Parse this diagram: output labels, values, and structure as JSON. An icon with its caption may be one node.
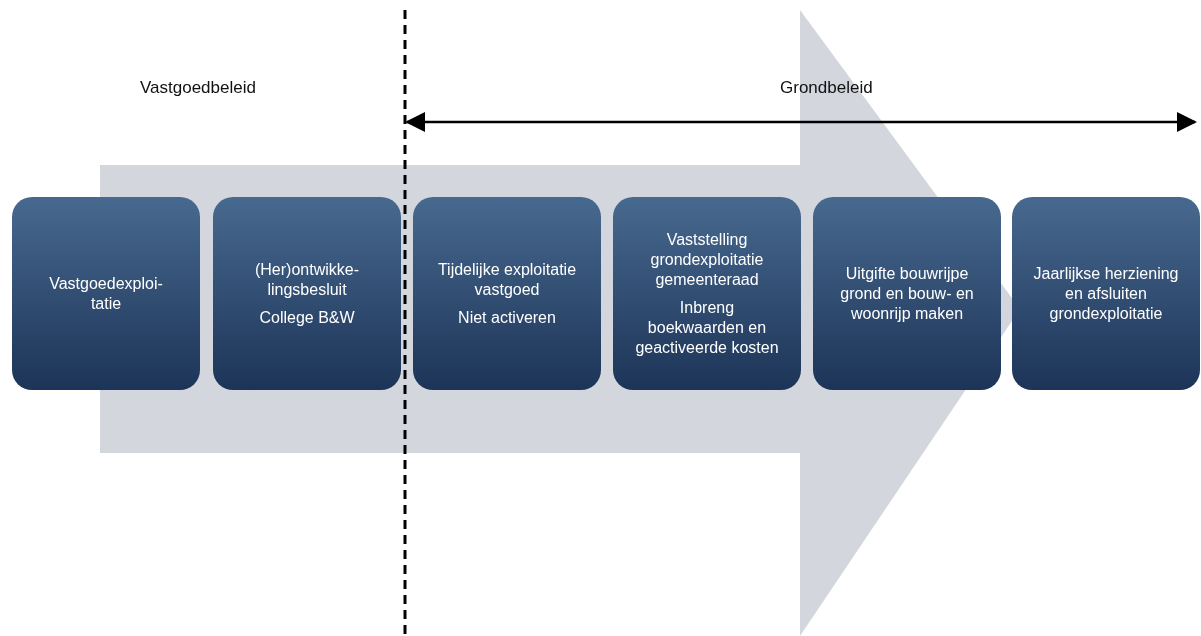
{
  "diagram": {
    "nodes": [
      {
        "text": [
          "Vastgoedexploi- tatie"
        ]
      },
      {
        "text": [
          "(Her)ontwikke- lingsbesluit",
          "College B&W"
        ]
      },
      {
        "text": [
          "Tijdelijke exploitatie vastgoed",
          "Niet activeren"
        ]
      },
      {
        "text": [
          "Vaststelling grondexploitatie gemeenteraad",
          "Inbreng boekwaarden en geactiveerde kosten"
        ]
      },
      {
        "text": [
          "Uitgifte bouwrijpe grond en bouw- en woonrijp maken"
        ]
      },
      {
        "text": [
          "Jaarlijkse herziening en afsluiten grondexploitatie"
        ]
      }
    ],
    "edges": [
      {
        "from": 0,
        "to": 5,
        "arrow": "to"
      }
    ],
    "labels": [
      "Vastgoedbeleid",
      "Grondbeleid"
    ]
  }
}
